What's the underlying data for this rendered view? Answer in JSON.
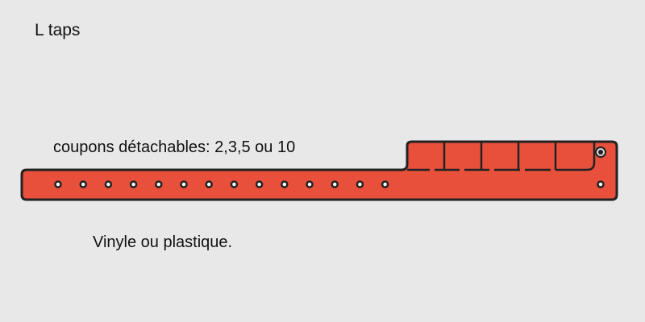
{
  "title": "L taps",
  "coupons_label": "coupons détachables: 2,3,5 ou 10",
  "material_label": "Vinyle ou plastique.",
  "wristband": {
    "color": "#e8503c",
    "outline": "#222222",
    "hole_count": 14,
    "coupon_count": 5
  }
}
